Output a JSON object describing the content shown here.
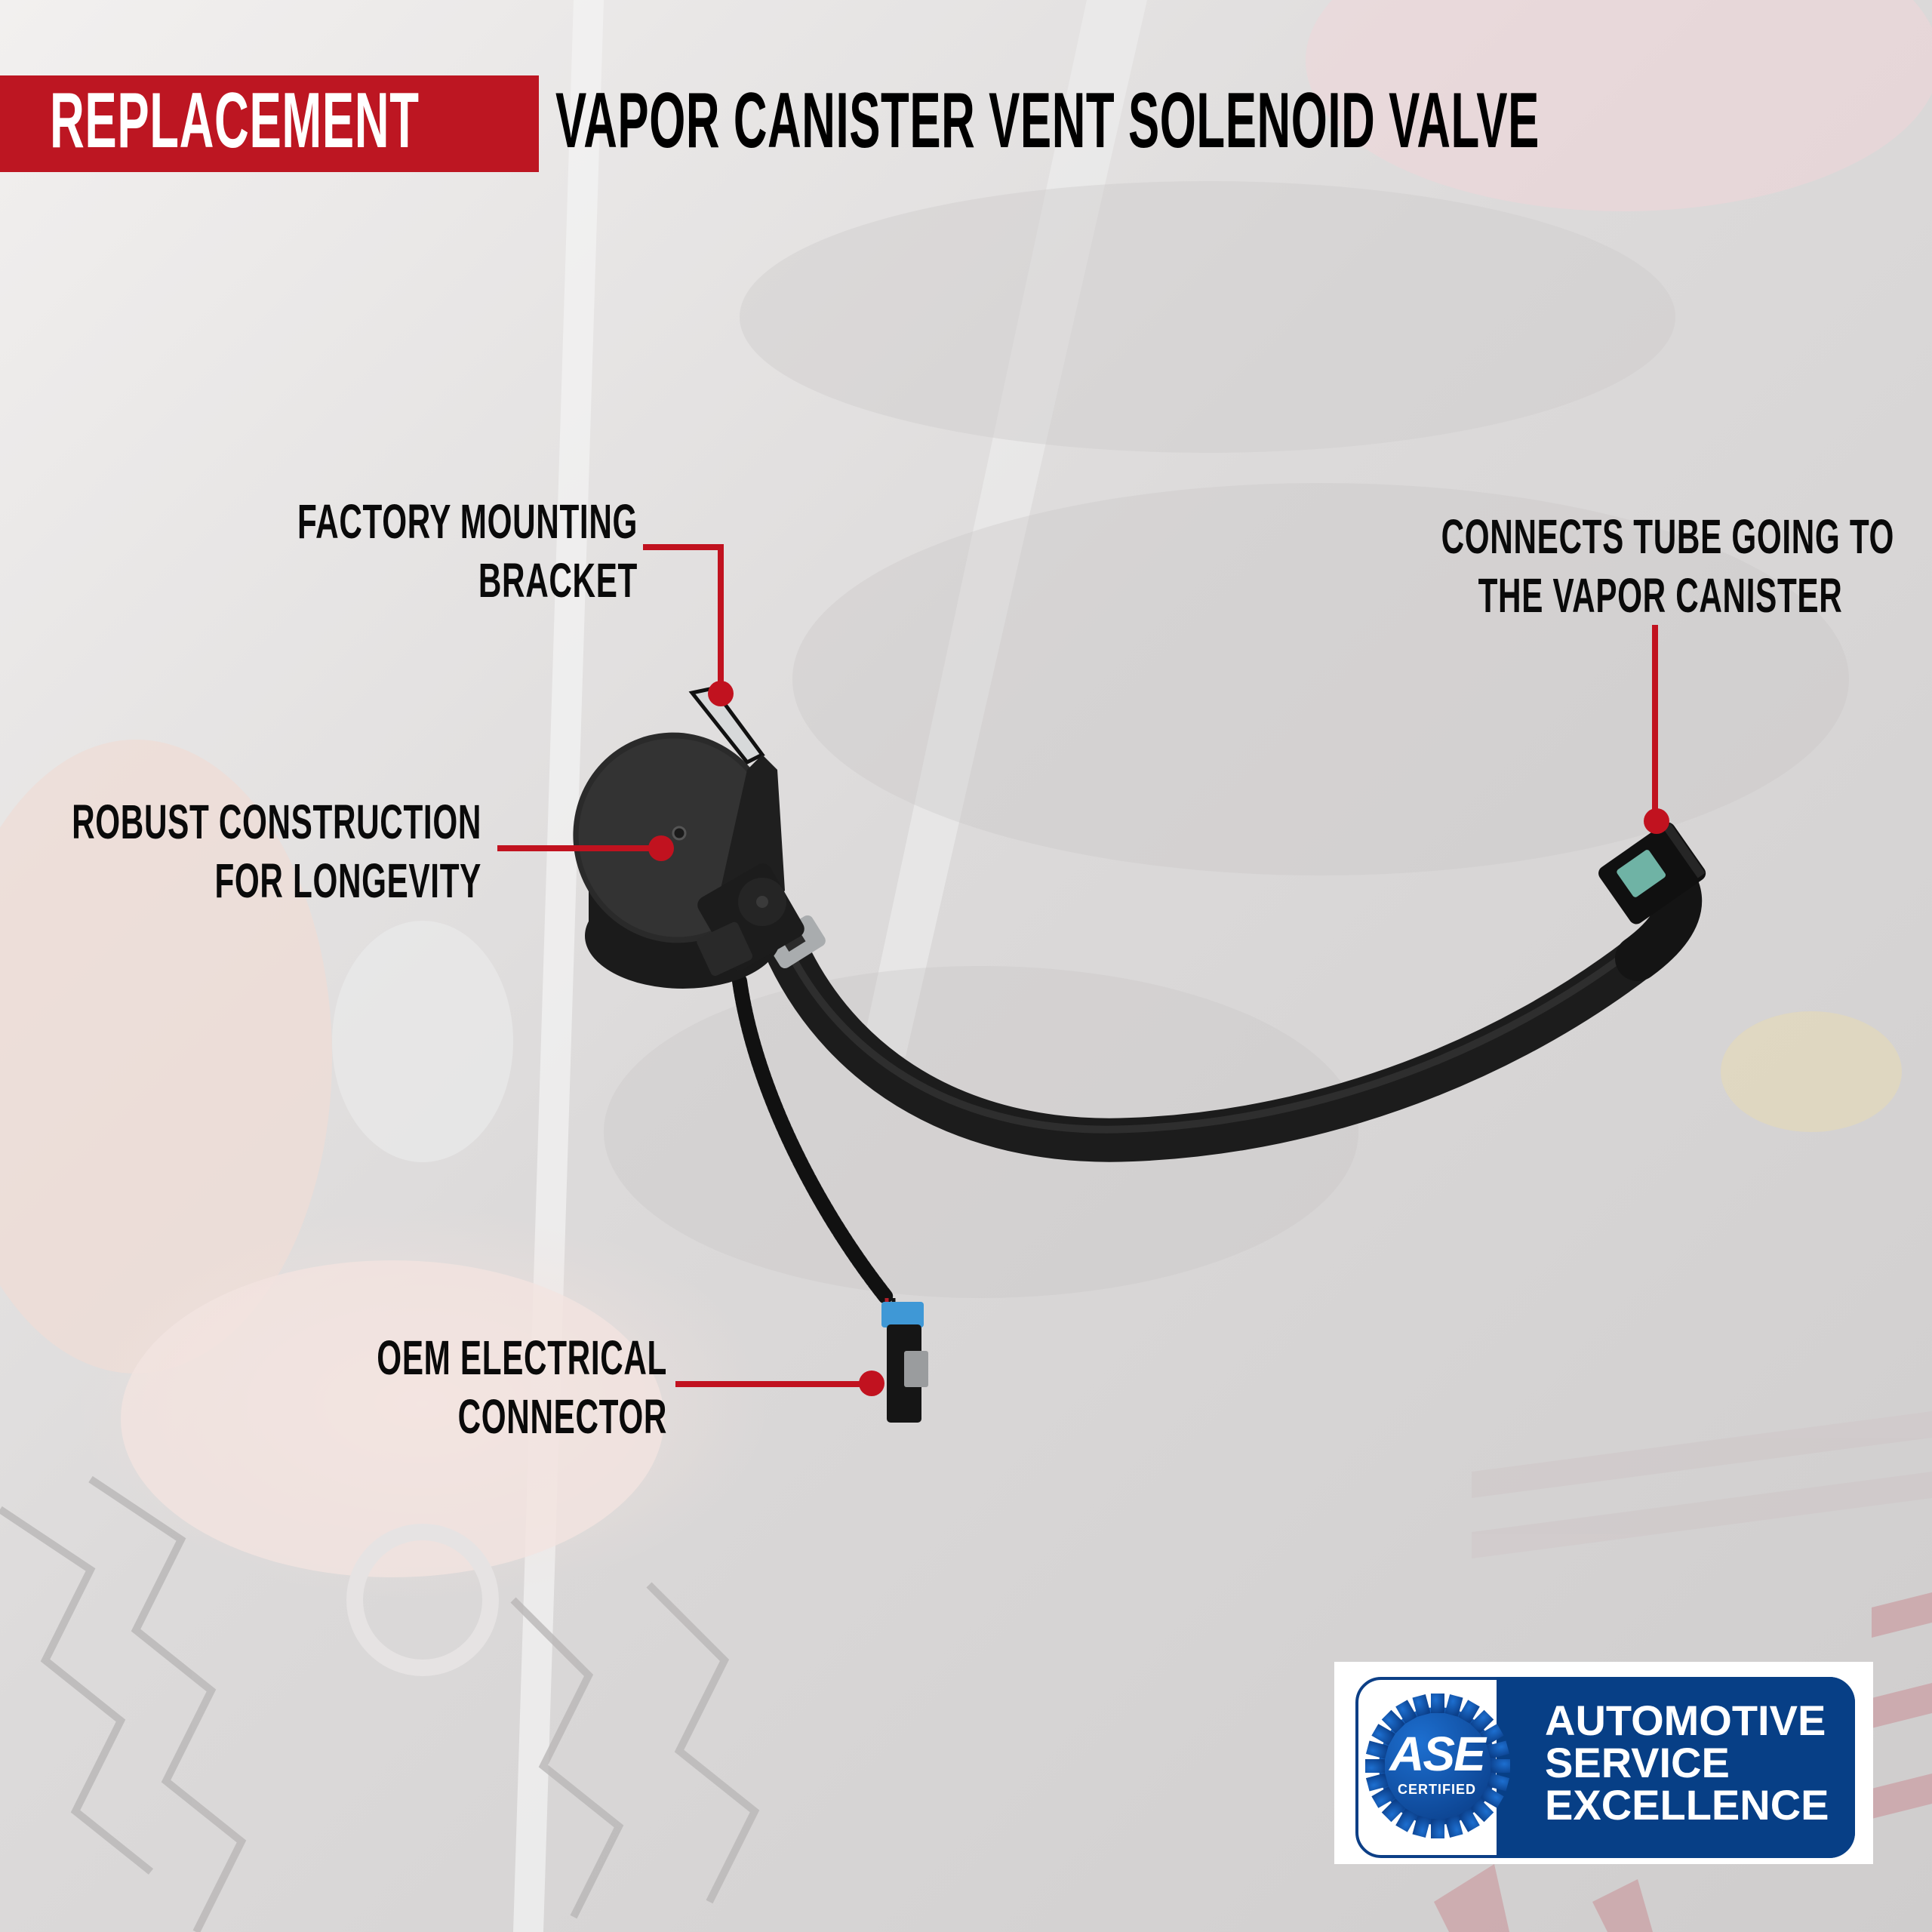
{
  "headline": {
    "highlight": "REPLACEMENT",
    "title": "VAPOR CANISTER VENT SOLENOID VALVE",
    "highlight_bg": "#bd1622"
  },
  "callouts": [
    {
      "id": "bracket",
      "lines": [
        "FACTORY MOUNTING",
        "BRACKET"
      ]
    },
    {
      "id": "construction",
      "lines": [
        "ROBUST CONSTRUCTION",
        "FOR LONGEVITY"
      ]
    },
    {
      "id": "tube",
      "lines": [
        "CONNECTS TUBE GOING TO",
        "THE VAPOR CANISTER"
      ]
    },
    {
      "id": "connector",
      "lines": [
        "OEM ELECTRICAL",
        "CONNECTOR"
      ]
    }
  ],
  "leader_color": "#c1121f",
  "badge": {
    "logo_main": "ASE",
    "logo_sub": "CERTIFIED",
    "lines": [
      "AUTOMOTIVE",
      "SERVICE",
      "EXCELLENCE"
    ],
    "blue": "#073f86"
  },
  "product": {
    "name": "vapor canister vent solenoid valve",
    "parts": [
      "solenoid-body",
      "mounting-bracket",
      "rubber-hose",
      "hose-clamp",
      "quick-connect-fitting",
      "wire-loom",
      "electrical-connector"
    ]
  }
}
